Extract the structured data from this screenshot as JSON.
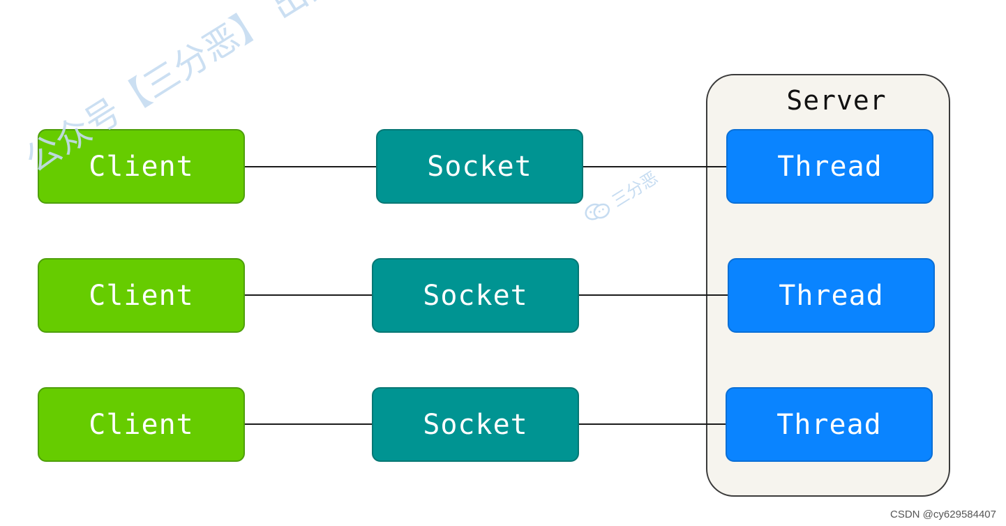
{
  "server": {
    "title": "Server"
  },
  "rows": [
    {
      "client": "Client",
      "socket": "Socket",
      "thread": "Thread"
    },
    {
      "client": "Client",
      "socket": "Socket",
      "thread": "Thread"
    },
    {
      "client": "Client",
      "socket": "Socket",
      "thread": "Thread"
    }
  ],
  "watermark": {
    "text": "公众号【三分恶】 出品",
    "small_text": "三分恶",
    "icon": "wechat-icon"
  },
  "footer": {
    "credit": "CSDN @cy629584407"
  },
  "colors": {
    "client": "#66cc00",
    "socket": "#009492",
    "thread": "#0a84ff",
    "server_bg": "#f6f4ee",
    "line": "#1a1a1a"
  }
}
